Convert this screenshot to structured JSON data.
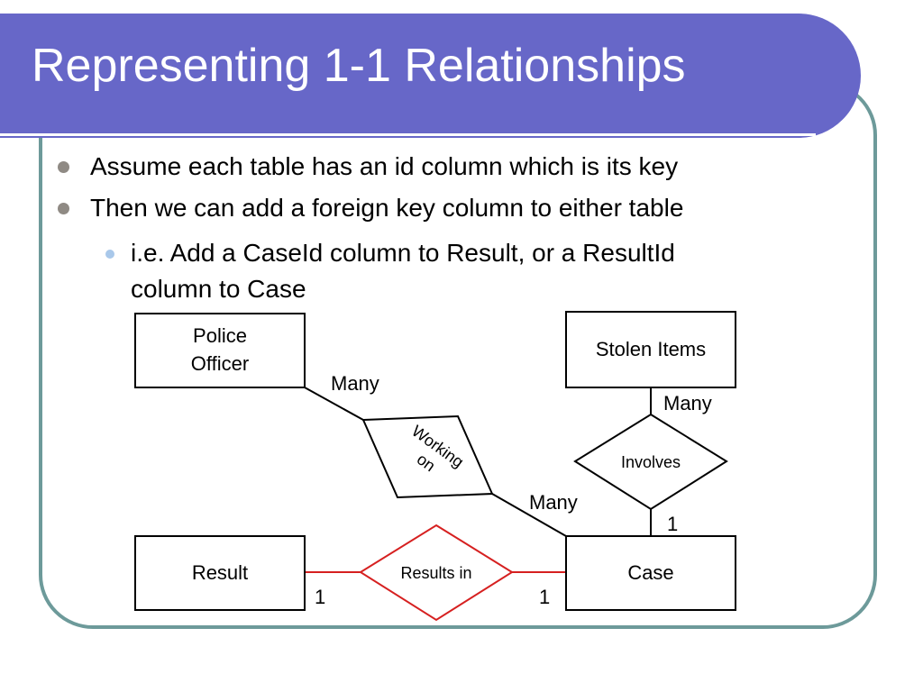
{
  "slide": {
    "title": "Representing 1-1 Relationships",
    "bullets": [
      "Assume each table has an id column which is its key",
      "Then we can add a foreign key column to either table"
    ],
    "sub_bullet_lines": [
      "i.e. Add a CaseId column to Result, or a ResultId",
      "column to Case"
    ]
  },
  "diagram": {
    "entities": {
      "police_officer": [
        "Police",
        "Officer"
      ],
      "stolen_items": "Stolen Items",
      "result": "Result",
      "case": "Case"
    },
    "relationships": {
      "working_on": [
        "Working",
        "on"
      ],
      "involves": "Involves",
      "results_in": "Results in"
    },
    "cardinalities": {
      "officer_working": "Many",
      "working_case": "Many",
      "stolen_involves": "Many",
      "involves_case": "1",
      "result_results_in": "1",
      "results_in_case": "1"
    },
    "colors": {
      "frame": "#6d9a9a",
      "title_bar": "#6767c8",
      "line": "#000000",
      "highlight": "#d62020"
    }
  }
}
